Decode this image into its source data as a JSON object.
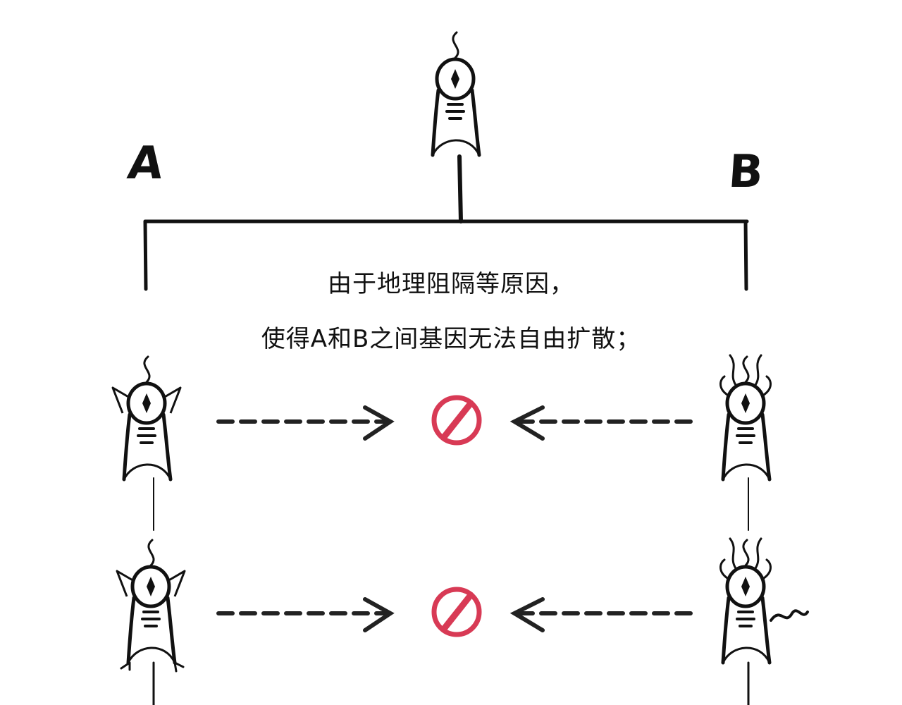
{
  "labels": {
    "branch_a": "A",
    "branch_b": "B"
  },
  "caption": {
    "line1": "由于地理阻隔等原因，",
    "line2": "使得A和B之间基因无法自由扩散；"
  },
  "colors": {
    "ink": "#111111",
    "block_symbol": "#d83a55",
    "background": "#ffffff"
  },
  "icons": {
    "blocked": "no-entry-icon",
    "arrow": "dashed-arrow-icon",
    "creature": "one-eyed-creature-icon"
  }
}
